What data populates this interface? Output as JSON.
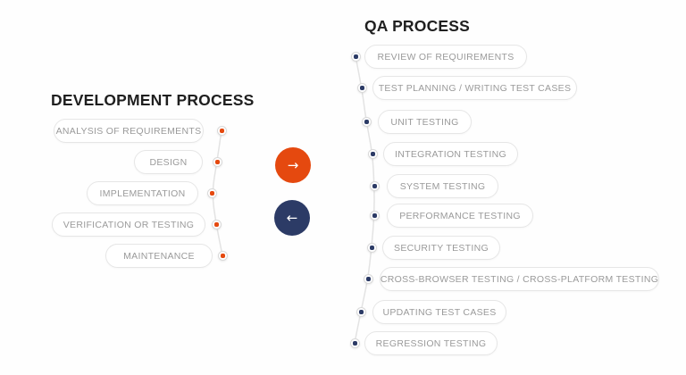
{
  "dev_process": {
    "title": "DEVELOPMENT PROCESS",
    "items": [
      {
        "label": "ANALYSIS OF REQUIREMENTS"
      },
      {
        "label": "DESIGN"
      },
      {
        "label": "IMPLEMENTATION"
      },
      {
        "label": "VERIFICATION OR TESTING"
      },
      {
        "label": "MAINTENANCE"
      }
    ]
  },
  "qa_process": {
    "title": "QA PROCESS",
    "items": [
      {
        "label": "REVIEW OF REQUIREMENTS"
      },
      {
        "label": "TEST PLANNING / WRITING TEST CASES"
      },
      {
        "label": "UNIT TESTING"
      },
      {
        "label": "INTEGRATION TESTING"
      },
      {
        "label": "SYSTEM TESTING"
      },
      {
        "label": "PERFORMANCE TESTING"
      },
      {
        "label": "SECURITY TESTING"
      },
      {
        "label": "CROSS-BROWSER TESTING / CROSS-PLATFORM TESTING"
      },
      {
        "label": "UPDATING TEST CASES"
      },
      {
        "label": "REGRESSION TESTING"
      }
    ]
  },
  "controls": {
    "forward_arrow": "→",
    "back_arrow": "←"
  },
  "colors": {
    "accent_orange": "#e5490f",
    "accent_navy": "#2c3b66",
    "pill_border": "#e6e6e6",
    "pill_text": "#9a9a9a",
    "title_text": "#1f1f1f",
    "connector": "#e3e3e3"
  }
}
